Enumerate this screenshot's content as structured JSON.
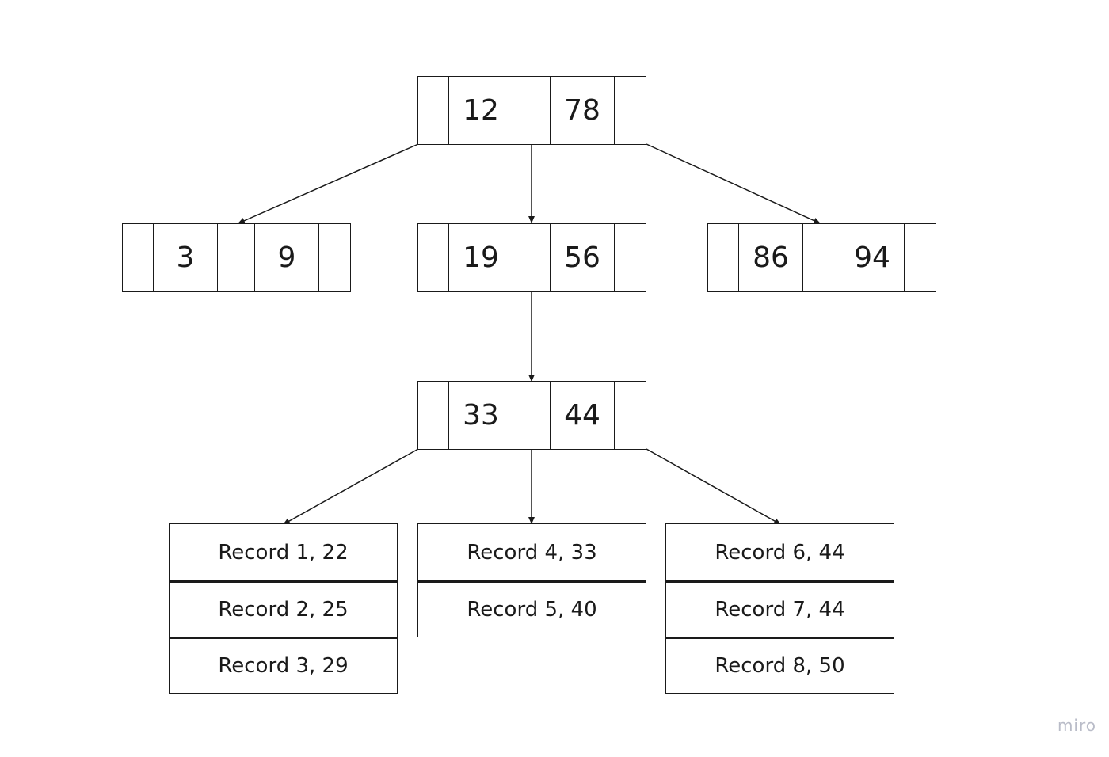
{
  "tree": {
    "root": {
      "keys": [
        "12",
        "78"
      ]
    },
    "level1": [
      {
        "keys": [
          "3",
          "9"
        ]
      },
      {
        "keys": [
          "19",
          "56"
        ]
      },
      {
        "keys": [
          "86",
          "94"
        ]
      }
    ],
    "level2": {
      "keys": [
        "33",
        "44"
      ]
    },
    "leaves": [
      {
        "records": [
          "Record 1, 22",
          "Record 2, 25",
          "Record 3, 29"
        ]
      },
      {
        "records": [
          "Record 4, 33",
          "Record 5, 40"
        ]
      },
      {
        "records": [
          "Record 6, 44",
          "Record 7, 44",
          "Record 8, 50"
        ]
      }
    ]
  },
  "colors": {
    "line": "#1a1a1a",
    "watermark": "#b9bcc8"
  },
  "watermark": "miro"
}
